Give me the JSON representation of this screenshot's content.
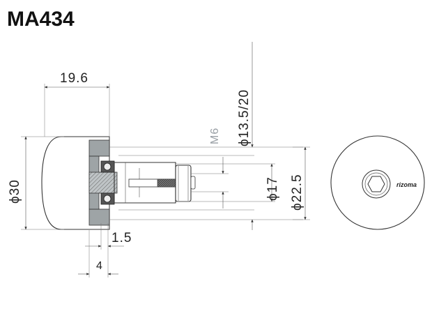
{
  "drawing": {
    "title": "MA434",
    "dimensions": {
      "length": "19.6",
      "diameter_body": "ϕ30",
      "thread": "M6",
      "diameter_bar_id": "ϕ13.5/20",
      "diameter_17": "ϕ17",
      "diameter_22_5": "ϕ22.5",
      "step": "1.5",
      "step_4": "4"
    },
    "logo_text": "rizoma"
  },
  "colors": {
    "line": "#333333",
    "gray_part": "#9ea4a6",
    "dark_part": "#555555"
  }
}
